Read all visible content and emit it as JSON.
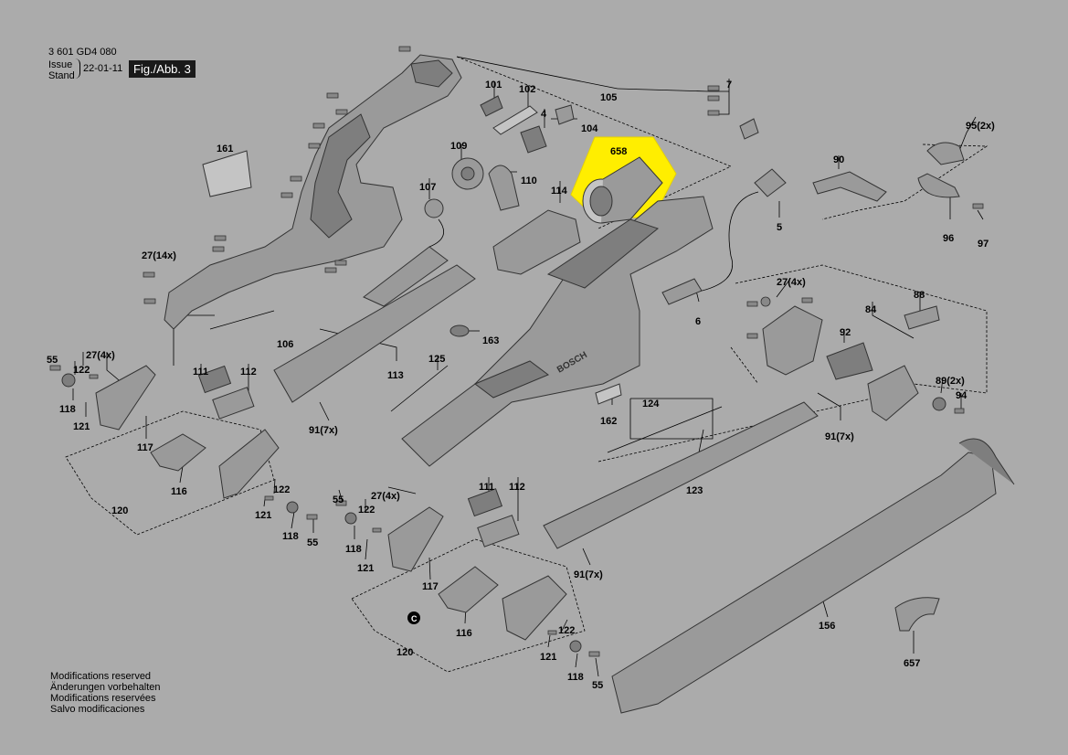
{
  "header": {
    "doc_number": "3 601 GD4 080",
    "issue_label": "Issue\nStand",
    "issue_date": "22-01-11",
    "figure_label": "Fig./Abb. 3"
  },
  "footer": {
    "en": "Modifications reserved",
    "de": "Änderungen vorbehalten",
    "fr": "Modifications reservées",
    "es": "Salvo modificaciones"
  },
  "highlight": {
    "part": "658",
    "color": "#ffee00"
  },
  "brand_label": "BOSCH",
  "copyright_symbol": "C",
  "labels": [
    {
      "id": "161",
      "text": "161"
    },
    {
      "id": "27a",
      "text": "27(14x)"
    },
    {
      "id": "106",
      "text": "106"
    },
    {
      "id": "101",
      "text": "101"
    },
    {
      "id": "102",
      "text": "102"
    },
    {
      "id": "4",
      "text": "4"
    },
    {
      "id": "104",
      "text": "104"
    },
    {
      "id": "105",
      "text": "105"
    },
    {
      "id": "658",
      "text": "658"
    },
    {
      "id": "109",
      "text": "109"
    },
    {
      "id": "110",
      "text": "110"
    },
    {
      "id": "107",
      "text": "107"
    },
    {
      "id": "114",
      "text": "114"
    },
    {
      "id": "7",
      "text": "7"
    },
    {
      "id": "95",
      "text": "95(2x)"
    },
    {
      "id": "90",
      "text": "90"
    },
    {
      "id": "96",
      "text": "96"
    },
    {
      "id": "97",
      "text": "97"
    },
    {
      "id": "5",
      "text": "5"
    },
    {
      "id": "6",
      "text": "6"
    },
    {
      "id": "27b",
      "text": "27(4x)"
    },
    {
      "id": "84",
      "text": "84"
    },
    {
      "id": "88",
      "text": "88"
    },
    {
      "id": "92",
      "text": "92"
    },
    {
      "id": "89",
      "text": "89(2x)"
    },
    {
      "id": "94",
      "text": "94"
    },
    {
      "id": "91b",
      "text": "91(7x)"
    },
    {
      "id": "163",
      "text": "163"
    },
    {
      "id": "125",
      "text": "125"
    },
    {
      "id": "113",
      "text": "113"
    },
    {
      "id": "162",
      "text": "162"
    },
    {
      "id": "124",
      "text": "124"
    },
    {
      "id": "123",
      "text": "123"
    },
    {
      "id": "55a",
      "text": "55"
    },
    {
      "id": "27c",
      "text": "27(4x)"
    },
    {
      "id": "122a",
      "text": "122"
    },
    {
      "id": "118a",
      "text": "118"
    },
    {
      "id": "121a",
      "text": "121"
    },
    {
      "id": "117a",
      "text": "117"
    },
    {
      "id": "111a",
      "text": "111"
    },
    {
      "id": "112a",
      "text": "112"
    },
    {
      "id": "91a",
      "text": "91(7x)"
    },
    {
      "id": "116a",
      "text": "116"
    },
    {
      "id": "122b",
      "text": "122"
    },
    {
      "id": "121b",
      "text": "121"
    },
    {
      "id": "118b",
      "text": "118"
    },
    {
      "id": "55b",
      "text": "55"
    },
    {
      "id": "120a",
      "text": "120"
    },
    {
      "id": "55c",
      "text": "55"
    },
    {
      "id": "27d",
      "text": "27(4x)"
    },
    {
      "id": "122c",
      "text": "122"
    },
    {
      "id": "118c",
      "text": "118"
    },
    {
      "id": "121c",
      "text": "121"
    },
    {
      "id": "117b",
      "text": "117"
    },
    {
      "id": "111b",
      "text": "111"
    },
    {
      "id": "112b",
      "text": "112"
    },
    {
      "id": "91c",
      "text": "91(7x)"
    },
    {
      "id": "116b",
      "text": "116"
    },
    {
      "id": "122d",
      "text": "122"
    },
    {
      "id": "121d",
      "text": "121"
    },
    {
      "id": "118d",
      "text": "118"
    },
    {
      "id": "55d",
      "text": "55"
    },
    {
      "id": "120b",
      "text": "120"
    },
    {
      "id": "156",
      "text": "156"
    },
    {
      "id": "657",
      "text": "657"
    }
  ]
}
